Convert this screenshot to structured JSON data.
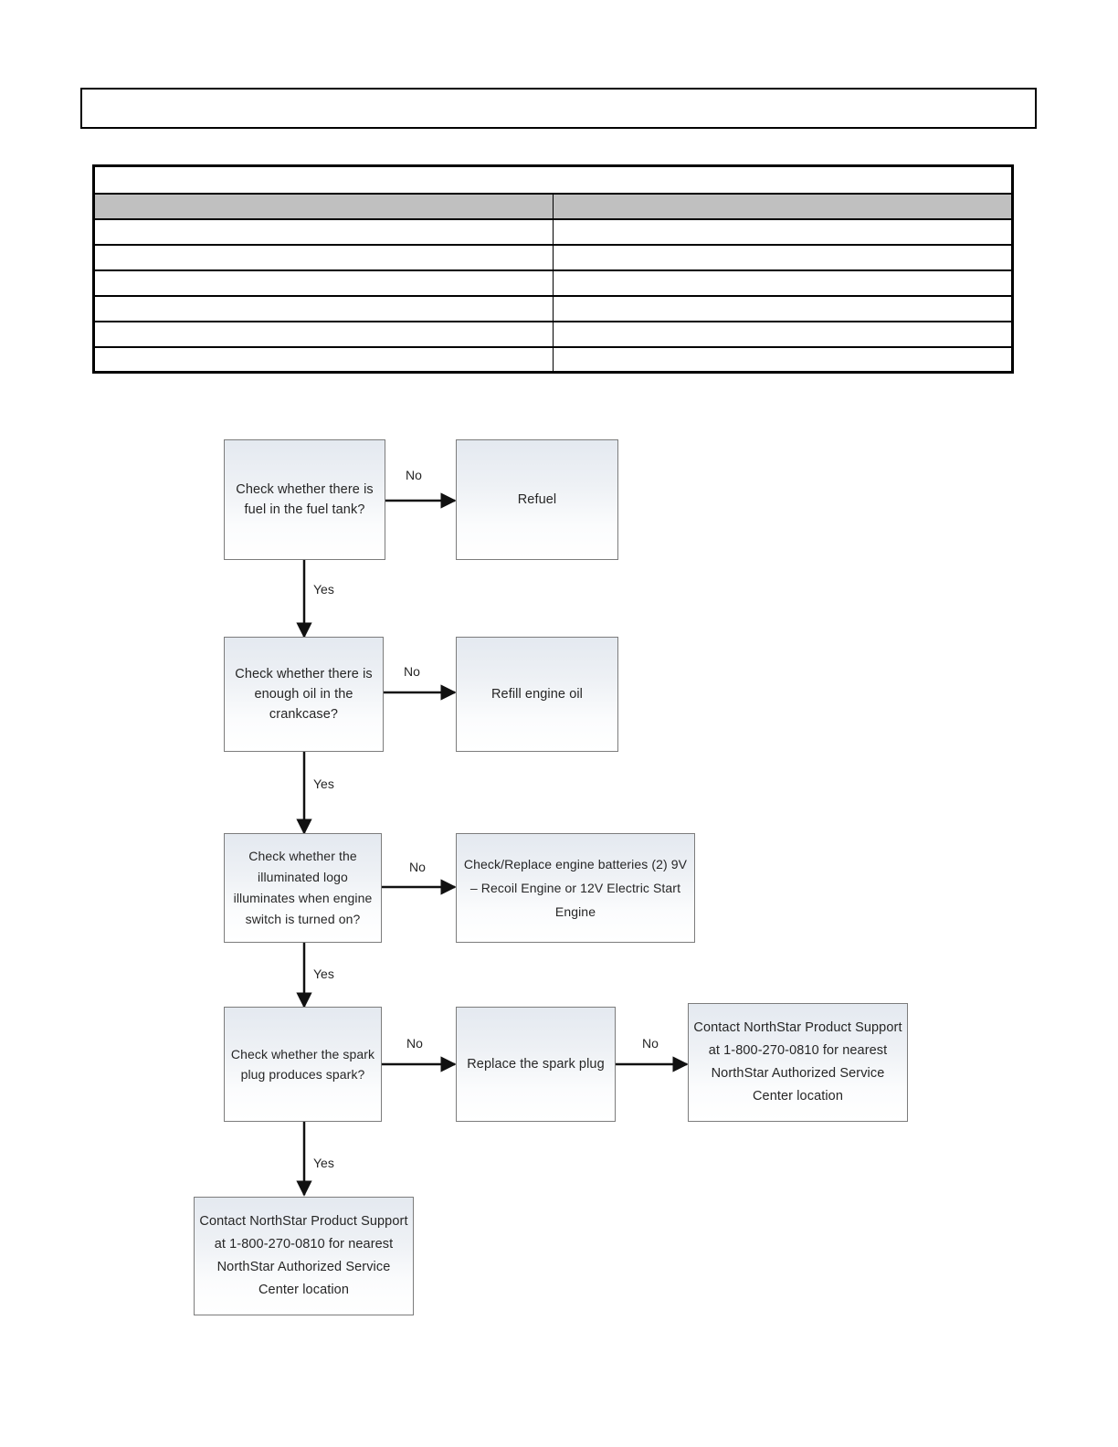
{
  "page": {
    "header_box": {
      "text": ""
    }
  },
  "spec_table": {
    "title": "",
    "columns": [
      "",
      ""
    ],
    "rows": [
      [
        "",
        ""
      ],
      [
        "",
        ""
      ],
      [
        "",
        ""
      ],
      [
        "",
        ""
      ],
      [
        "",
        ""
      ],
      [
        "",
        ""
      ]
    ]
  },
  "flowchart": {
    "title": "",
    "nodes": [
      {
        "id": "check-fuel",
        "label": "Check whether there is fuel in the fuel tank?"
      },
      {
        "id": "refuel",
        "label": "Refuel"
      },
      {
        "id": "check-oil",
        "label": "Check whether there is enough oil in the crankcase?"
      },
      {
        "id": "refill-oil",
        "label": "Refill engine oil"
      },
      {
        "id": "check-logo",
        "label": "Check whether the illuminated logo illuminates when engine switch is turned on?"
      },
      {
        "id": "check-batteries",
        "label": "Check/Replace engine batteries (2) 9V – Recoil Engine or 12V Electric Start Engine"
      },
      {
        "id": "check-spark",
        "label": "Check whether the spark plug produces spark?"
      },
      {
        "id": "replace-spark",
        "label": "Replace the spark plug"
      },
      {
        "id": "contact-right",
        "label": "Contact NorthStar Product Support at 1-800-270-0810 for nearest NorthStar Authorized Service Center location"
      },
      {
        "id": "contact-bottom",
        "label": "Contact NorthStar Product Support at 1-800-270-0810 for nearest NorthStar Authorized Service Center location"
      }
    ],
    "edges": [
      {
        "from": "check-fuel",
        "to": "refuel",
        "label": "No"
      },
      {
        "from": "check-fuel",
        "to": "check-oil",
        "label": "Yes"
      },
      {
        "from": "check-oil",
        "to": "refill-oil",
        "label": "No"
      },
      {
        "from": "check-oil",
        "to": "check-logo",
        "label": "Yes"
      },
      {
        "from": "check-logo",
        "to": "check-batteries",
        "label": "No"
      },
      {
        "from": "check-logo",
        "to": "check-spark",
        "label": "Yes"
      },
      {
        "from": "check-spark",
        "to": "replace-spark",
        "label": "No"
      },
      {
        "from": "replace-spark",
        "to": "contact-right",
        "label": "No"
      },
      {
        "from": "check-spark",
        "to": "contact-bottom",
        "label": "Yes"
      }
    ]
  },
  "colors": {
    "node_border": "#7c7c7c",
    "node_fill_top": "#e4e9f0",
    "node_fill_bottom": "#ffffff",
    "table_header_fill": "#c0c0c0",
    "table_border": "#000000",
    "connector": "#111111"
  }
}
